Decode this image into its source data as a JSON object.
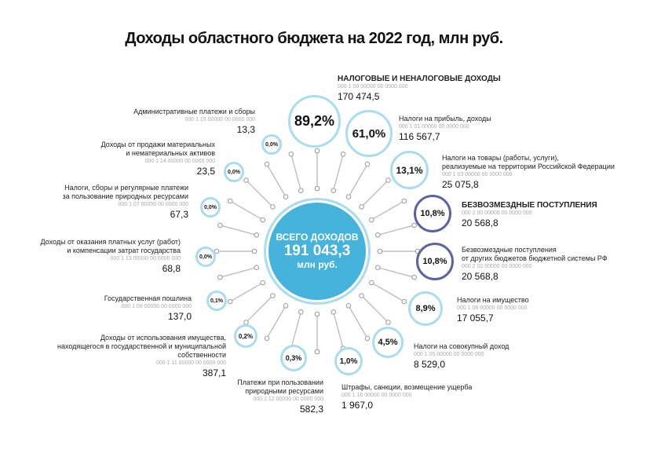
{
  "title": "Доходы областного бюджета на 2022 год, млн руб.",
  "hub": {
    "line1": "ВСЕГО ДОХОДОВ",
    "total": "191 043,3",
    "unit": "млн руб."
  },
  "colors": {
    "hub": "#45b3dc",
    "ring_light": "#a9dcf0",
    "ring_dark": "#5a63a3",
    "spoke": "#b5b5b5"
  },
  "items": [
    {
      "name": "НАЛОГОВЫЕ И НЕНАЛОГОВЫЕ ДОХОДЫ",
      "code": "000 1 00 00000 00 0000 000",
      "value": "170 474,5",
      "pct": "89,2%"
    },
    {
      "name": "Налоги на прибыль, доходы",
      "code": "000 1 01 00000 00 0000 000",
      "value": "116 567,7",
      "pct": "61,0%"
    },
    {
      "name": "Налоги на товары (работы, услуги),\nреализуемые на территории Российской Федерации",
      "code": "000 1 03 00000 00 0000 000",
      "value": "25 075,8",
      "pct": "13,1%"
    },
    {
      "name": "БЕЗВОЗМЕЗДНЫЕ ПОСТУПЛЕНИЯ",
      "code": "000 2 00 00000 00 0000 000",
      "value": "20 568,8",
      "pct": "10,8%"
    },
    {
      "name": "Безвозмездные поступления\nот других бюджетов бюджетной системы РФ",
      "code": "000 2 02 00000 00 0000 000",
      "value": "20 568,8",
      "pct": "10,8%"
    },
    {
      "name": "Налоги на имущество",
      "code": "000 1 06 00000 00 0000 000",
      "value": "17 055,7",
      "pct": "8,9%"
    },
    {
      "name": "Налоги на совокупный доход",
      "code": "000 1 05 00000 00 0000 000",
      "value": "8 529,0",
      "pct": "4,5%"
    },
    {
      "name": "Штрафы, санкции, возмещение ущерба",
      "code": "000 1 16 00000 00 0000 000",
      "value": "1 967,0",
      "pct": "1,0%"
    },
    {
      "name": "Платежи при пользовании\nприродными ресурсами",
      "code": "000 1 12 00000 00 0000 000",
      "value": "582,3",
      "pct": "0,3%"
    },
    {
      "name": "Доходы от использования имущества,\nнаходящегося в государственной и муниципальной собственности",
      "code": "000 1 11 00000 00 0000 000",
      "value": "387,1",
      "pct": "0,2%"
    },
    {
      "name": "Государственная пошлина",
      "code": "000 1 08 00000 00 0000 000",
      "value": "137,0",
      "pct": "0,1%"
    },
    {
      "name": "Доходы от оказания платных услуг (работ)\nи компенсации затрат государства",
      "code": "000 1 13 00000 00 0000 000",
      "value": "68,8",
      "pct": "0,0%"
    },
    {
      "name": "Налоги, сборы и регулярные платежи\nза пользование природных ресурсами",
      "code": "000 1 07 00000 00 0000 000",
      "value": "67,3",
      "pct": "0,0%"
    },
    {
      "name": "Доходы от продажи материальных\nи нематериальных активов",
      "code": "000 1 14 00000 00 0000 000",
      "value": "23,5",
      "pct": "0,0%"
    },
    {
      "name": "Административные платежи и сборы",
      "code": "000 1 15 00000 00 0000 000",
      "value": "13,3",
      "pct": "0,0%"
    }
  ]
}
